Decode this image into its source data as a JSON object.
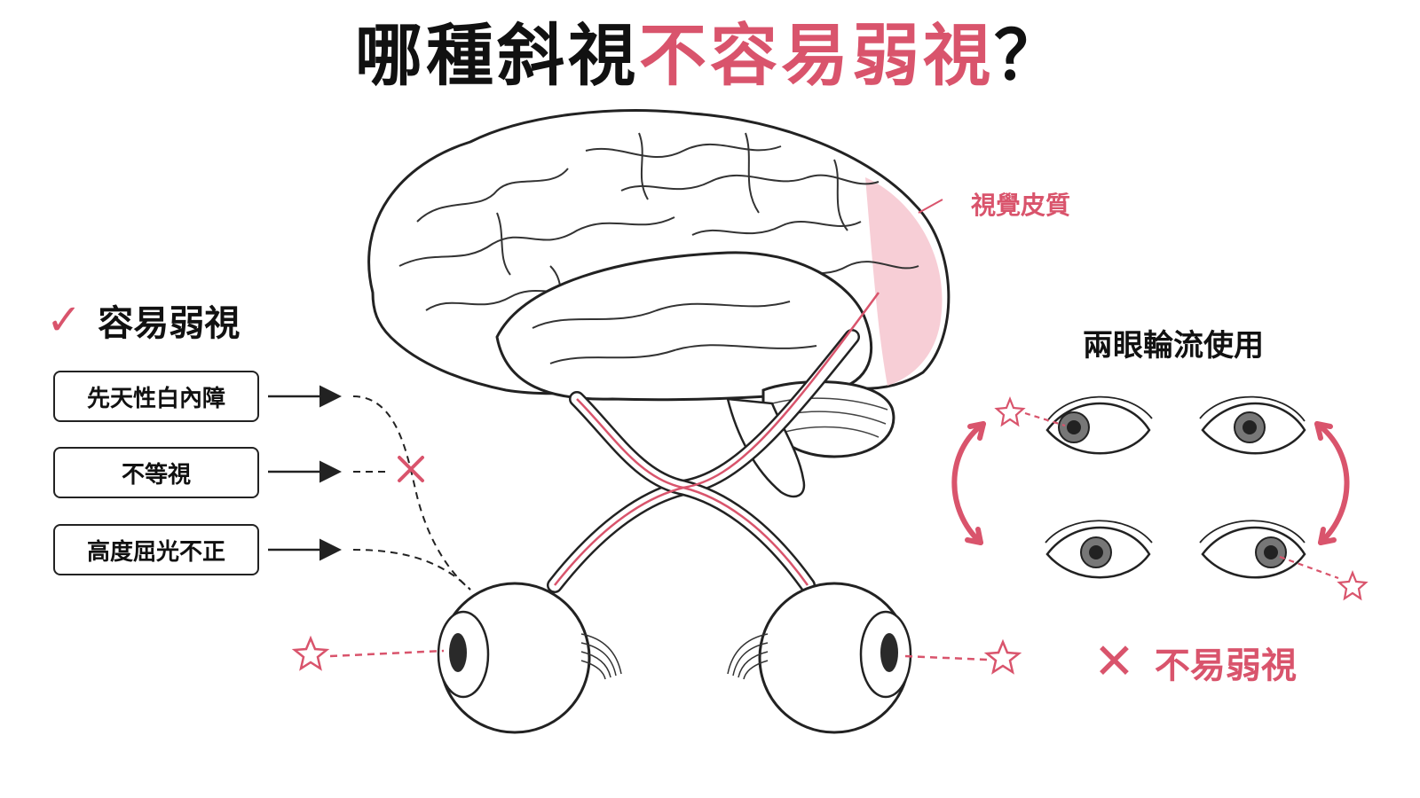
{
  "title": {
    "part1": "哪種斜視",
    "part2": "不容易弱視",
    "part3": "？"
  },
  "brain": {
    "cortex_label": "視覺皮質"
  },
  "amblyopia_prone": {
    "heading": "容易弱視",
    "check_icon": "check-icon",
    "conditions": [
      "先天性白內障",
      "不等視",
      "高度屈光不正"
    ]
  },
  "alternating": {
    "heading": "兩眼輪流使用",
    "result": "不易弱視",
    "x_icon": "x-icon"
  },
  "colors": {
    "accent": "#d9546c",
    "ink": "#222222",
    "cortex_fill": "#f6c6cf"
  }
}
